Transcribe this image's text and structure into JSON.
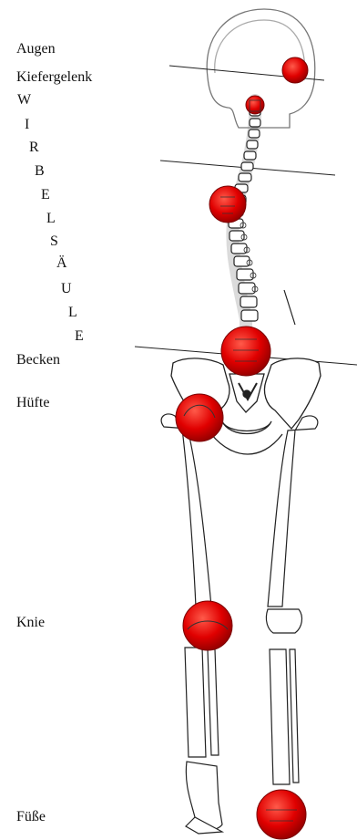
{
  "labels": {
    "augen": "Augen",
    "kiefergelenk": "Kiefergelenk",
    "wirbelsaeule": [
      "W",
      "I",
      "R",
      "B",
      "E",
      "L",
      "S",
      "Ä",
      "U",
      "L",
      "E"
    ],
    "becken": "Becken",
    "huefte": "Hüfte",
    "knie": "Knie",
    "fuesse": "Füße"
  },
  "colors": {
    "marker": "#e00000",
    "marker_edge": "#7a0000",
    "bone_line": "#222222"
  }
}
